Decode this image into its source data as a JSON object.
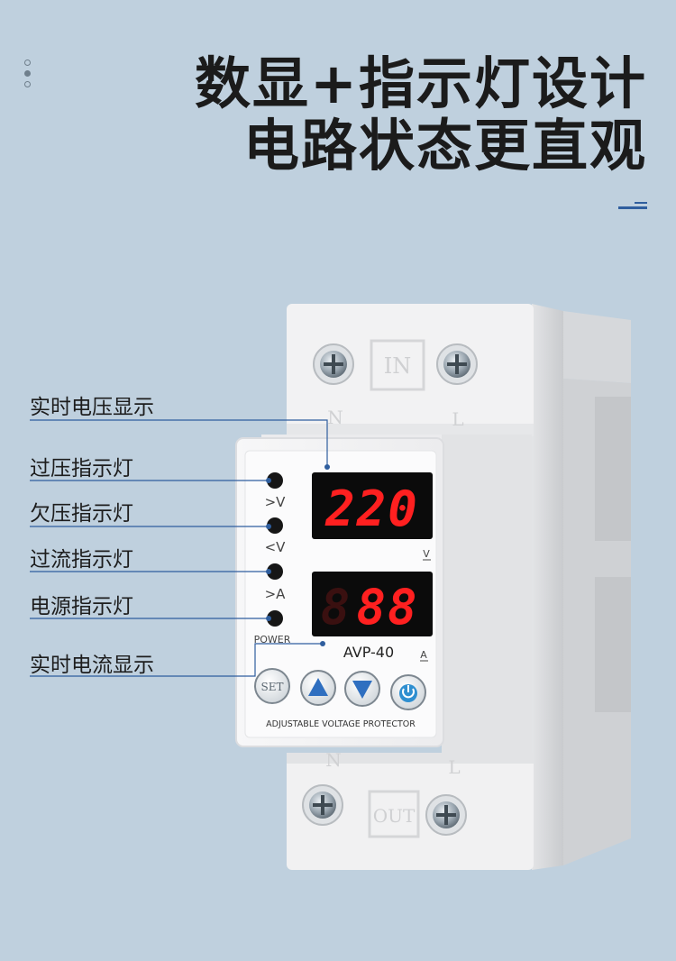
{
  "headline": {
    "line1": "数显+指示灯设计",
    "line2": "电路状态更直观"
  },
  "callouts": [
    "实时电压显示",
    "过压指示灯",
    "欠压指示灯",
    "过流指示灯",
    "电源指示灯",
    "实时电流显示"
  ],
  "device": {
    "in_label": "IN",
    "out_label": "OUT",
    "n_label": "N",
    "l_label": "L",
    "voltage_display": "220",
    "current_display": "88",
    "current_digits_off": "8",
    "unit_v": "V",
    "unit_a": "A",
    "model": "AVP-40",
    "indicators": [
      ">V",
      "<V",
      ">A",
      "POWER"
    ],
    "set_button": "SET",
    "up_icon": "triangle-up-icon",
    "down_icon": "triangle-down-icon",
    "power_icon": "power-icon",
    "product_name": "ADJUSTABLE VOLTAGE PROTECTOR"
  },
  "colors": {
    "background": "#bfd0de",
    "callout_line": "#2f5e9e",
    "digit_red": "#ff2020"
  }
}
